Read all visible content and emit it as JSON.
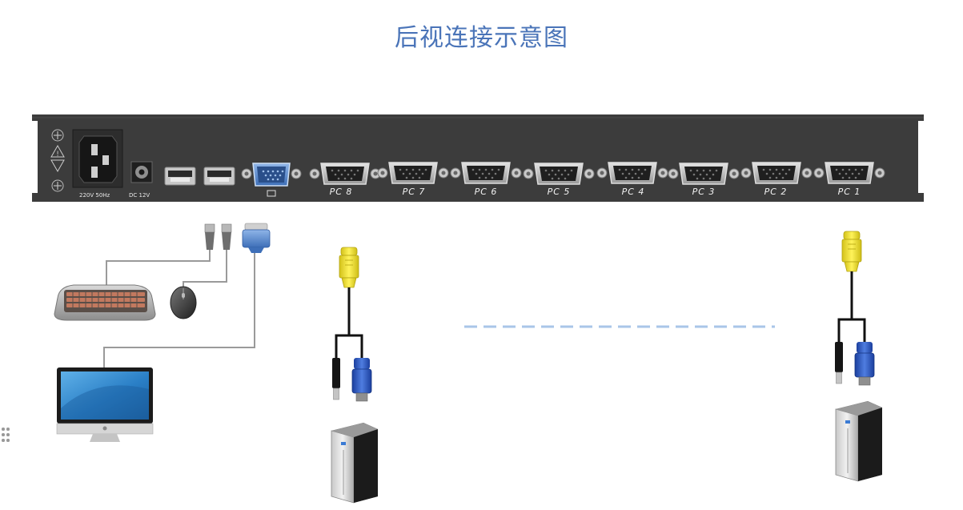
{
  "title": "后视连接示意图",
  "panel": {
    "power_label": "220V 50Hz",
    "dc_label": "DC 12V",
    "ports": [
      "PC 8",
      "PC 7",
      "PC 6",
      "PC 5",
      "PC 4",
      "PC 3",
      "PC 2",
      "PC 1"
    ]
  },
  "colors": {
    "title": "#4a74b8",
    "panel": "#3c3c3c",
    "vga_console": "#5a8fd1",
    "vga_pc": "#b2b2b2",
    "cable_yellow": "#f2e531",
    "cable_blue": "#2d57cc",
    "dashed_line": "#a9c6e8"
  },
  "icons": [
    "keyboard-icon",
    "mouse-icon",
    "monitor-icon",
    "pc-tower-icon",
    "kvm-cable-icon",
    "usb-plug-icon",
    "vga-plug-icon"
  ]
}
